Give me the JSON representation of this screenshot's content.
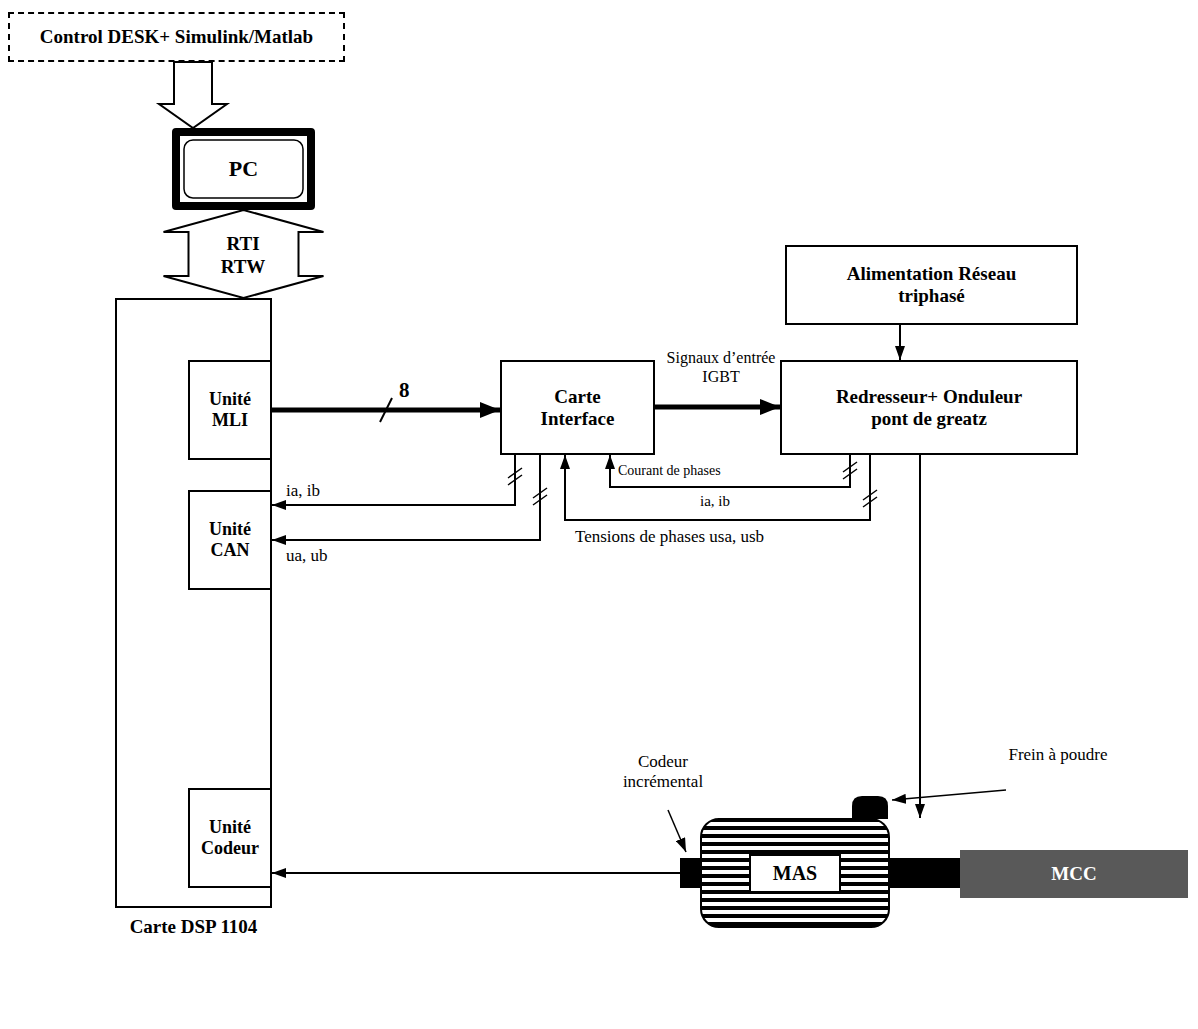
{
  "diagram": {
    "nodes": [
      {
        "text": [
          "Control DESK+ Simulink/Matlab"
        ]
      },
      {
        "text": [
          "PC"
        ]
      },
      {
        "text": [
          "Carte DSP 1104"
        ]
      },
      {
        "text": [
          "Unité MLI"
        ],
        "in": 2
      },
      {
        "text": [
          "Unité CAN"
        ],
        "in": 2
      },
      {
        "text": [
          "Unité Codeur"
        ],
        "in": 2
      },
      {
        "text": [
          "Carte Interface"
        ]
      },
      {
        "text": [
          "Alimentation Réseau triphasé"
        ]
      },
      {
        "text": [
          "Redresseur+ Onduleur pont de greatz"
        ]
      },
      {
        "text": [
          "MAS"
        ]
      },
      {
        "text": [
          "MCC"
        ]
      }
    ],
    "edges": [
      {
        "from": 0,
        "to": 1,
        "arrow": "to"
      },
      {
        "from": 1,
        "to": 2,
        "label": "RTI",
        "arrow": "both"
      },
      {
        "from": 3,
        "to": 6,
        "label": "8",
        "arrow": "to"
      },
      {
        "from": 6,
        "to": 8,
        "label": "Signaux d’entrée IGBT",
        "arrow": "to"
      },
      {
        "from": 7,
        "to": 8,
        "arrow": "to"
      },
      {
        "from": 8,
        "to": 6,
        "label": "Courant de phases",
        "arrow": "to"
      },
      {
        "from": 8,
        "to": 6,
        "label": "Tensions de phases usa, usb",
        "arrow": "to"
      },
      {
        "from": 6,
        "to": 4,
        "label": "ia, ib",
        "arrow": "to"
      },
      {
        "from": 6,
        "to": 4,
        "label": "ua, ub",
        "arrow": "to"
      },
      {
        "from": 8,
        "to": 9,
        "arrow": "to"
      },
      {
        "from": 9,
        "to": 5,
        "arrow": "to"
      },
      {
        "from": 9,
        "to": 10,
        "arrow": "none"
      }
    ],
    "labels": [
      "RTW",
      "ia, ib",
      "Codeur incrémental",
      "Frein à poudre"
    ]
  }
}
